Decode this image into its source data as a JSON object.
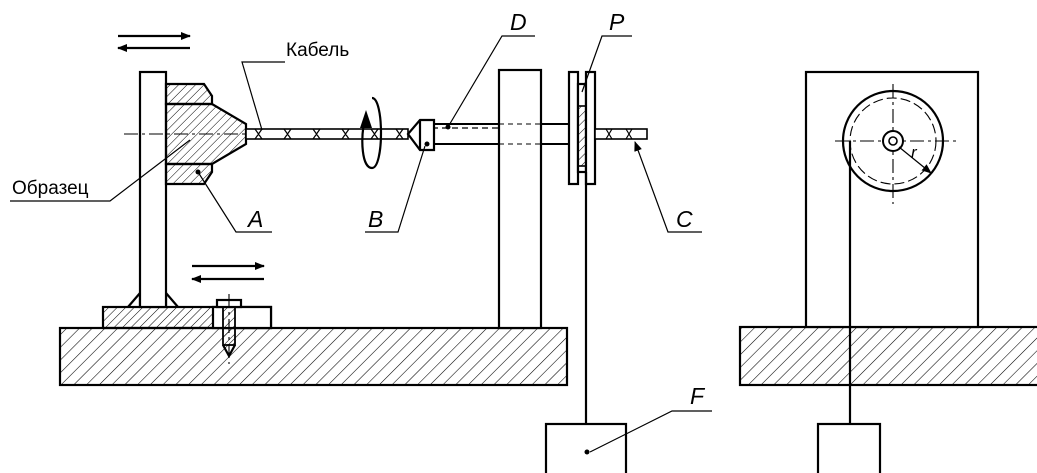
{
  "labels": {
    "cable": "Кабель",
    "sample": "Образец",
    "a": "A",
    "b": "B",
    "c": "C",
    "d": "D",
    "p": "P",
    "f": "F",
    "r": "r"
  }
}
